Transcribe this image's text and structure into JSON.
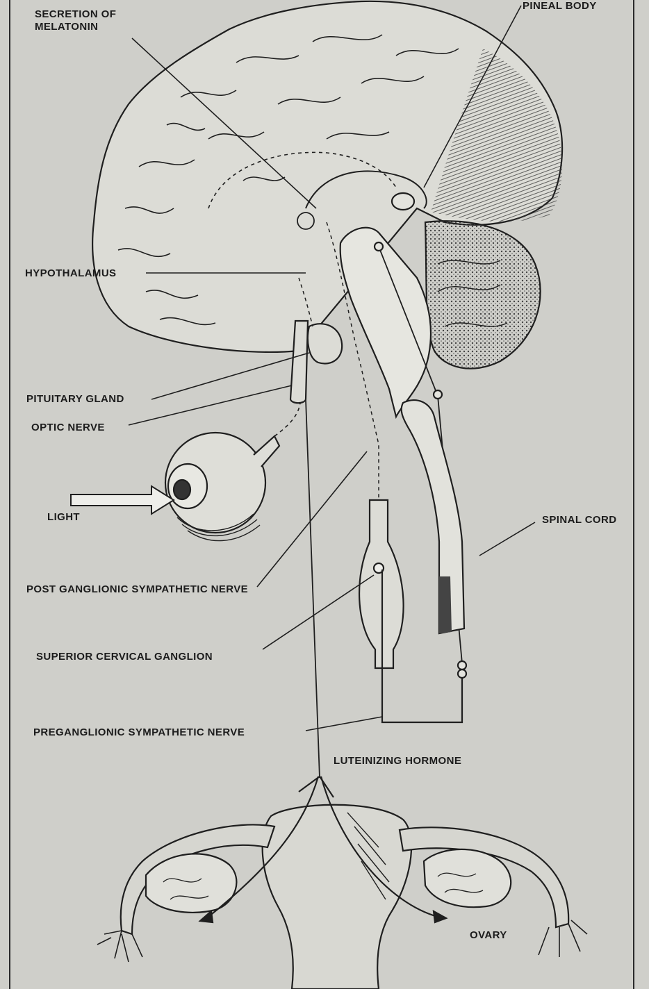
{
  "labels": {
    "secretion_of_melatonin": "SECRETION OF\nMELATONIN",
    "pineal_body": "PINEAL BODY",
    "hypothalamus": "HYPOTHALAMUS",
    "pituitary_gland": "PITUITARY GLAND",
    "optic_nerve": "OPTIC NERVE",
    "light": "LIGHT",
    "spinal_cord": "SPINAL CORD",
    "post_ganglionic_sympathetic_nerve": "POST GANGLIONIC SYMPATHETIC NERVE",
    "superior_cervical_ganglion": "SUPERIOR CERVICAL GANGLION",
    "preganglionic_sympathetic_nerve": "PREGANGLIONIC SYMPATHETIC NERVE",
    "luteinizing_hormone": "LUTEINIZING HORMONE",
    "ovary": "OVARY"
  },
  "colors": {
    "paper": "#cfcfca",
    "ink": "#1c1c1c",
    "shade": "#6e6e6a"
  }
}
